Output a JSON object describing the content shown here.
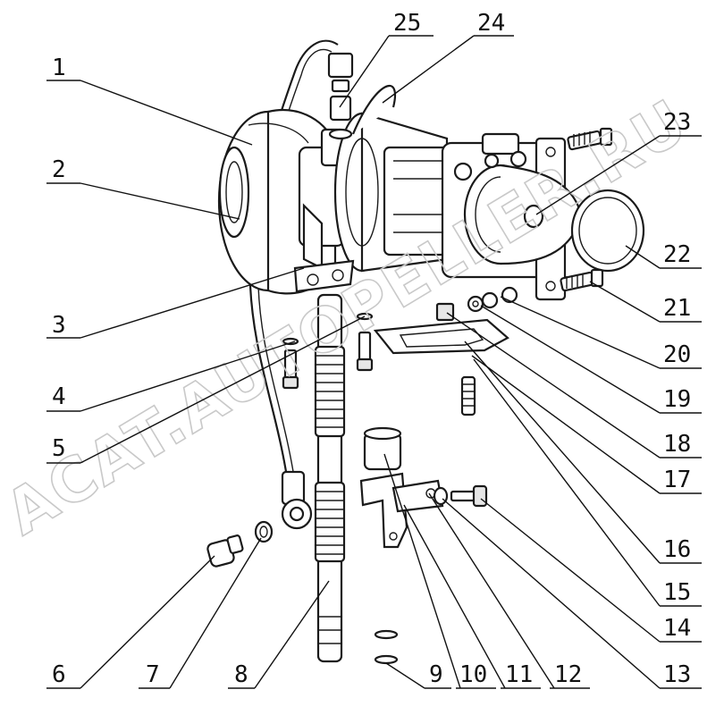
{
  "watermark": "ACAT.AUTOPELLER.RU",
  "labels": {
    "l1": "1",
    "l2": "2",
    "l3": "3",
    "l4": "4",
    "l5": "5",
    "l6": "6",
    "l7": "7",
    "l8": "8",
    "l9": "9",
    "l10": "10",
    "l11": "11",
    "l12": "12",
    "l13": "13",
    "l14": "14",
    "l15": "15",
    "l16": "16",
    "l17": "17",
    "l18": "18",
    "l19": "19",
    "l20": "20",
    "l21": "21",
    "l22": "22",
    "l23": "23",
    "l24": "24",
    "l25": "25"
  }
}
